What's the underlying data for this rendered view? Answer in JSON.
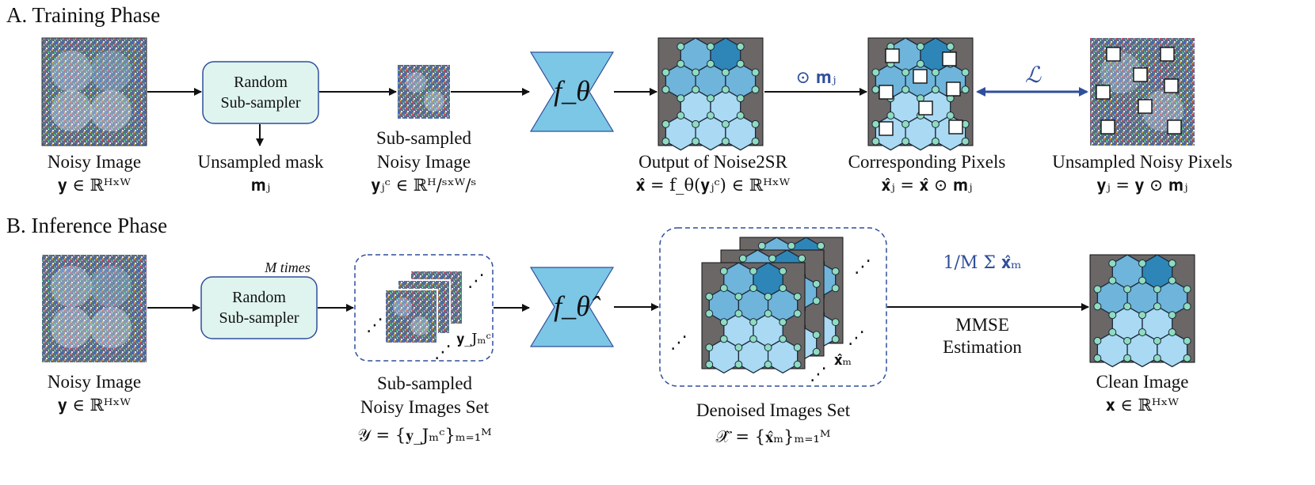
{
  "sections": {
    "training": "A. Training Phase",
    "inference": "B. Inference Phase"
  },
  "training": {
    "noisy": {
      "caption": "Noisy Image",
      "math": "𝐲 ∈ ℝᴴˣᵂ"
    },
    "sampler": {
      "line1": "Random",
      "line2": "Sub-sampler"
    },
    "mask": {
      "caption": "Unsampled mask",
      "math": "𝐦ⱼ"
    },
    "subsampled": {
      "line1": "Sub-sampled",
      "line2": "Noisy Image",
      "math": "𝐲ⱼᶜ ∈ ℝᴴ/ˢˣᵂ/ˢ"
    },
    "network": "f_θ",
    "output": {
      "caption": "Output of Noise2SR",
      "math": "𝐱̂ = f_θ(𝐲ⱼᶜ) ∈ ℝᴴˣᵂ"
    },
    "mask_op": "⊙ 𝐦ⱼ",
    "corresponding": {
      "caption": "Corresponding Pixels",
      "math": "𝐱̂ⱼ = 𝐱̂ ⊙ 𝐦ⱼ"
    },
    "loss": "ℒ",
    "unsampled": {
      "caption": "Unsampled Noisy Pixels",
      "math": "𝐲ⱼ = 𝐲 ⊙ 𝐦ⱼ"
    }
  },
  "inference": {
    "noisy": {
      "caption": "Noisy Image",
      "math": "𝐲 ∈ ℝᴴˣᵂ"
    },
    "times": "M times",
    "sampler": {
      "line1": "Random",
      "line2": "Sub-sampler"
    },
    "set_item": "𝐲_Jₘᶜ",
    "subset": {
      "line1": "Sub-sampled",
      "line2": "Noisy Images Set",
      "math": "𝒴 = {𝐲_Jₘᶜ}ₘ₌₁ᴹ"
    },
    "network": "f_θ̂",
    "denoised_item": "𝐱̂ₘ",
    "denoised": {
      "caption": "Denoised Images Set",
      "math": "𝒳̂ = {𝐱̂ₘ}ₘ₌₁ᴹ"
    },
    "mmse_formula": "1/M Σ 𝐱̂ₘ",
    "mmse": {
      "line1": "MMSE",
      "line2": "Estimation"
    },
    "clean": {
      "caption": "Clean Image",
      "math": "𝐱 ∈ ℝᴴˣᵂ"
    }
  },
  "colors": {
    "sampler_fill": "#dff4ee",
    "sampler_stroke": "#2f4f9b",
    "network_fill": "#7cc6e6",
    "hex_dark": "#2e86b8",
    "hex_mid": "#6fb4da",
    "hex_light": "#a9d9f3",
    "node": "#8fdcc0",
    "panel": "#6b6766",
    "accent": "#2f4f9b"
  }
}
